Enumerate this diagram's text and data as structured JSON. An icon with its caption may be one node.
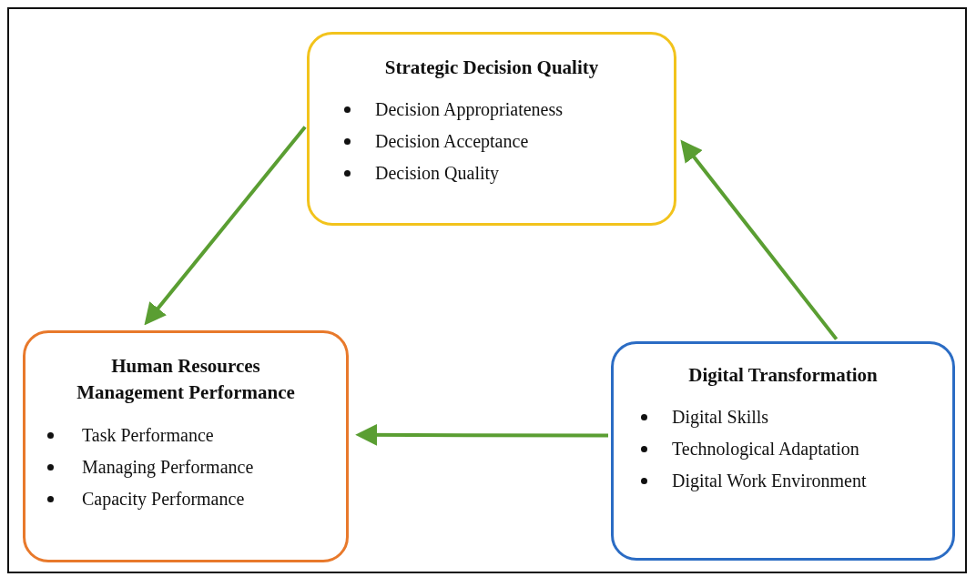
{
  "diagram": {
    "nodes": [
      {
        "text": [
          "Strategic Decision Quality",
          "Decision Appropriateness",
          "Decision Acceptance",
          "Decision Quality"
        ]
      },
      {
        "text": [
          "Human Resources Management Performance",
          "Task Performance",
          "Managing Performance",
          "Capacity Performance"
        ]
      },
      {
        "text": [
          "Digital Transformation",
          "Digital Skills",
          "Technological Adaptation",
          "Digital Work Environment"
        ]
      }
    ],
    "edges": [
      {
        "from": 0,
        "to": 1,
        "arrow": "to"
      },
      {
        "from": 2,
        "to": 0,
        "arrow": "to"
      },
      {
        "from": 2,
        "to": 1,
        "arrow": "to"
      }
    ]
  }
}
